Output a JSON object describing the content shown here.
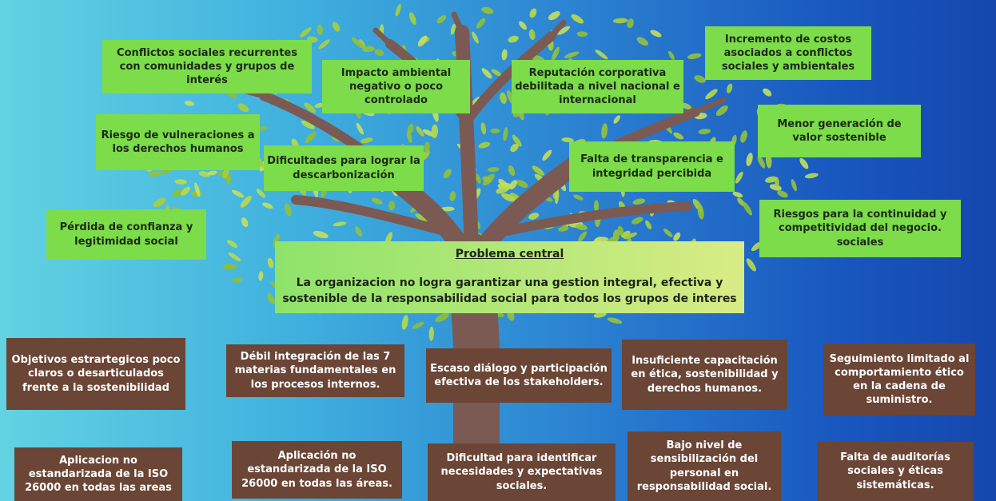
{
  "effects": {
    "e1": "Conflictos sociales recurrentes con comunidades y grupos de interés",
    "e2": "Impacto ambiental negativo o poco controlado",
    "e3": "Reputación corporativa debilitada a nivel nacional e internacional",
    "e4": "Incremento de costos asociados a conflictos sociales y ambientales",
    "e5": "Riesgo de vulneraciones a los derechos humanos",
    "e6": "Dificultades para lograr la descarbonización",
    "e7": "Falta de transparencia e integridad percibida",
    "e8": "Menor generación de valor sostenible",
    "e9": "Pérdida de confianza y legitimidad social",
    "e10": "Riesgos para la continuidad y competitividad del negocio. sociales"
  },
  "central": {
    "title": "Problema central",
    "body": "La organizacion no logra garantizar una gestion integral, efectiva y sostenible de la responsabilidad social para todos los grupos de interes"
  },
  "causes": {
    "c1": "Objetivos estrartegicos poco claros o desarticulados frente a la sostenibilidad",
    "c2": "Débil integración de las 7 materias fundamentales en los procesos internos.",
    "c3": "Escaso diálogo y participación efectiva de los stakeholders.",
    "c4": "Insuficiente capacitación en ética, sostenibilidad y derechos humanos.",
    "c5": "Seguimiento limitado al comportamiento ético en la cadena de suministro.",
    "c6": "Aplicacion no estandarizada de la ISO 26000 en todas las areas",
    "c7": "Aplicación no estandarizada de la ISO 26000 en todas las áreas.",
    "c8": "Dificultad para identificar necesidades y expectativas sociales.",
    "c9": "Bajo nivel de sensibilización del personal en responsabilidad social.",
    "c10": "Falta de auditorías sociales y éticas sistemáticas."
  },
  "colors": {
    "effect_box": "#7cdc4a",
    "cause_box": "#6b4535",
    "trunk": "#7a5a52",
    "leaf": "#a9cf3a",
    "background_left": "#62d3e2",
    "background_right": "#1547ad"
  }
}
